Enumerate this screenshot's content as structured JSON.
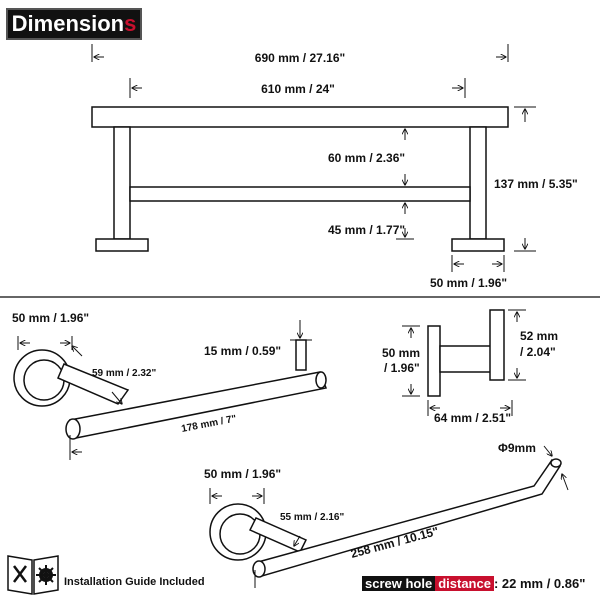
{
  "header": {
    "title_main": "Dimension",
    "title_tail": "s"
  },
  "towel_bar": {
    "overall_length": "690 mm / 27.16\"",
    "bar_length": "610 mm / 24\"",
    "projection_upper": "60 mm / 2.36\"",
    "projection_lower": "45 mm / 1.77\"",
    "height": "137 mm / 5.35\"",
    "base_width": "50 mm / 1.96\""
  },
  "paper_holder": {
    "base_diameter": "50 mm /  1.96\"",
    "post_height": "15 mm / 0.59\"",
    "projection": "59 mm / 2.32\"",
    "arm_length": "178 mm / 7\""
  },
  "robe_hook": {
    "base_height_line1": "50 mm",
    "base_height_line2": "/ 1.96\"",
    "hook_height_line1": "52 mm",
    "hook_height_line2": "/ 2.04\"",
    "depth": "64 mm / 2.51\""
  },
  "towel_ring": {
    "base_diameter": "50 mm /  1.96\"",
    "projection": "55 mm / 2.16\"",
    "length": "258 mm / 10.15\"",
    "tube_diameter": "Φ9mm"
  },
  "footer": {
    "guide_label": "Installation Guide Included",
    "screw_label_part1": "screw hole",
    "screw_label_part2": "distance",
    "screw_value": ": 22 mm / 0.86\""
  },
  "colors": {
    "accent_red": "#c8102e",
    "ink": "#111111"
  },
  "icons": [
    "wrench-screwdriver-icon",
    "gear-icon"
  ]
}
